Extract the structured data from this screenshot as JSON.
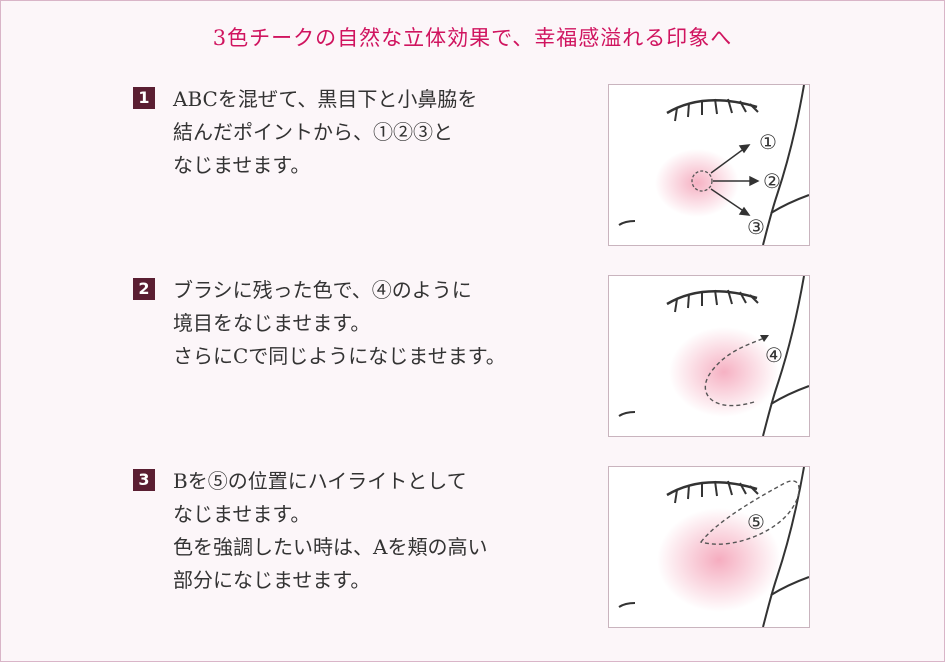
{
  "headline": "3色チークの自然な立体効果で、幸福感溢れる印象へ",
  "steps": [
    {
      "number": "1",
      "lines": [
        "ABCを混ぜて、黒目下と小鼻脇を",
        "結んだポイントから、①②③と",
        "なじませます。"
      ],
      "markers": [
        "①",
        "②",
        "③"
      ]
    },
    {
      "number": "2",
      "lines": [
        "ブラシに残った色で、④のように",
        "境目をなじませます。",
        "さらにCで同じようになじませます。"
      ],
      "markers": [
        "④"
      ]
    },
    {
      "number": "3",
      "lines": [
        "Bを⑤の位置にハイライトとして",
        "なじませます。",
        "色を強調したい時は、Aを頬の高い",
        "部分になじませます。"
      ],
      "markers": [
        "⑤"
      ]
    }
  ],
  "colors": {
    "headline": "#d0145f",
    "number_box": "#5a1e32",
    "frame_border": "#d9b5c8",
    "blush": "#f4a3b8"
  }
}
